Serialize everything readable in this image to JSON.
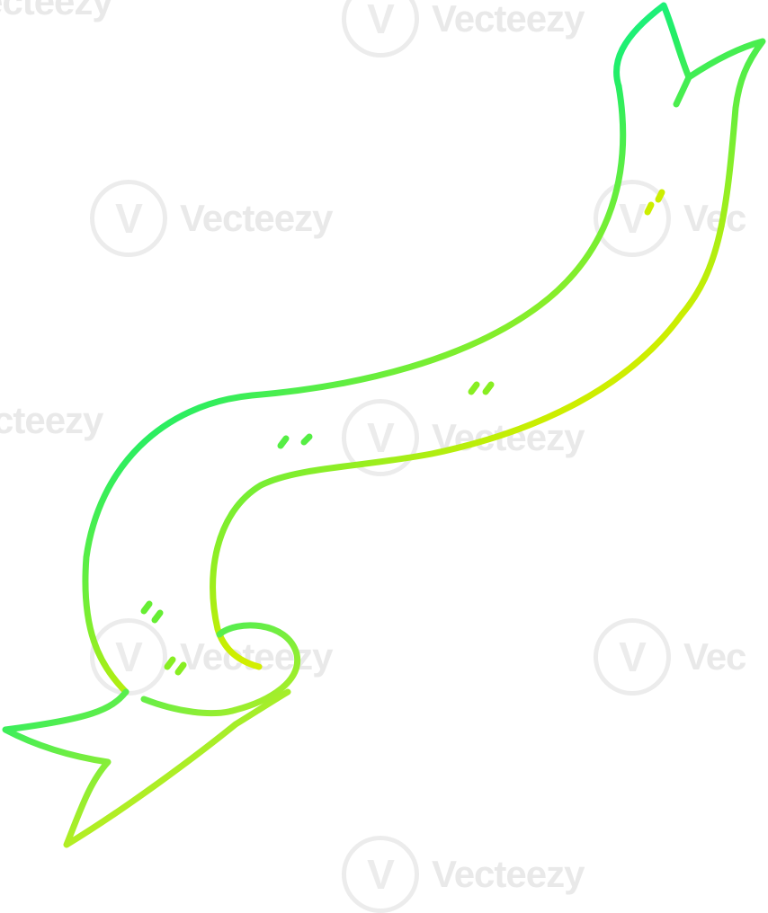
{
  "watermark": {
    "brand": "Vecteezy",
    "logo_glyph": "V",
    "fragments": {
      "top_left": "ecteezy",
      "left_mid": "cteezy",
      "right_top": "Vec",
      "right_mid": "Vec"
    }
  },
  "artwork": {
    "subject": "cartoon ribbon banner",
    "gradient_colors": [
      "#00ffee",
      "#22ee66",
      "#ccee00",
      "#ffee00"
    ]
  }
}
